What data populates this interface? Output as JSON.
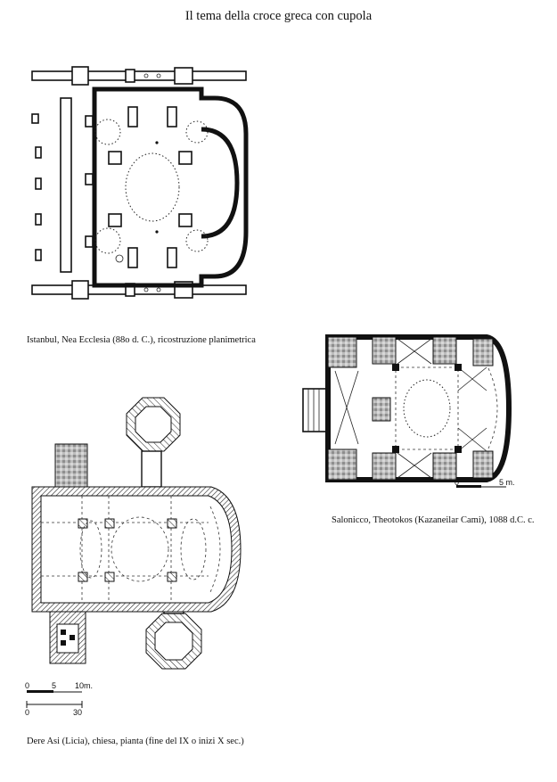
{
  "title": "Il tema della croce greca con cupola",
  "captions": {
    "istanbul": "Istanbul, Nea Ecclesia (88o d. C.), ricostruzione planimetrica",
    "salonicco": "Salonicco, Theotokos (Kazaneilar Cami), 1088 d.C. c.",
    "dere_asi": "Dere Asi (Licia), chiesa, pianta (fine del IX o inizi X sec.)"
  },
  "scales": {
    "salonicco": {
      "start": "0",
      "end": "5 m."
    },
    "dere_asi": {
      "top_start": "0",
      "top_mid": "5",
      "top_end": "10m.",
      "bottom_start": "0",
      "bottom_end": "30"
    }
  }
}
